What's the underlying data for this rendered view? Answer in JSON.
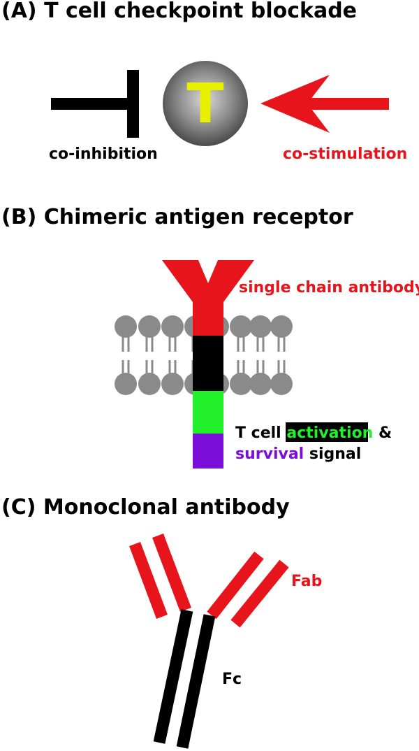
{
  "panel_a": {
    "heading": "(A) T cell checkpoint blockade",
    "cell_letter": "T",
    "inhibition_label": "co-inhibition",
    "stimulation_label": "co-stimulation"
  },
  "panel_b": {
    "heading": "(B) Chimeric antigen receptor",
    "antibody_label": "single chain antibody",
    "signal_line1_prefix": "T cell ",
    "signal_highlight": "activation",
    "signal_line1_suffix": " &",
    "signal_survival": "survival",
    "signal_line2_suffix": " signal"
  },
  "panel_c": {
    "heading": "(C) Monoclonal antibody",
    "fab_label": "Fab",
    "fc_label": "Fc"
  },
  "colors": {
    "red": "#e8141b",
    "black": "#000000",
    "yellow": "#e8f000",
    "green": "#22f02a",
    "purple": "#7b0fd9",
    "lipid_gray": "#8a8a8a"
  }
}
